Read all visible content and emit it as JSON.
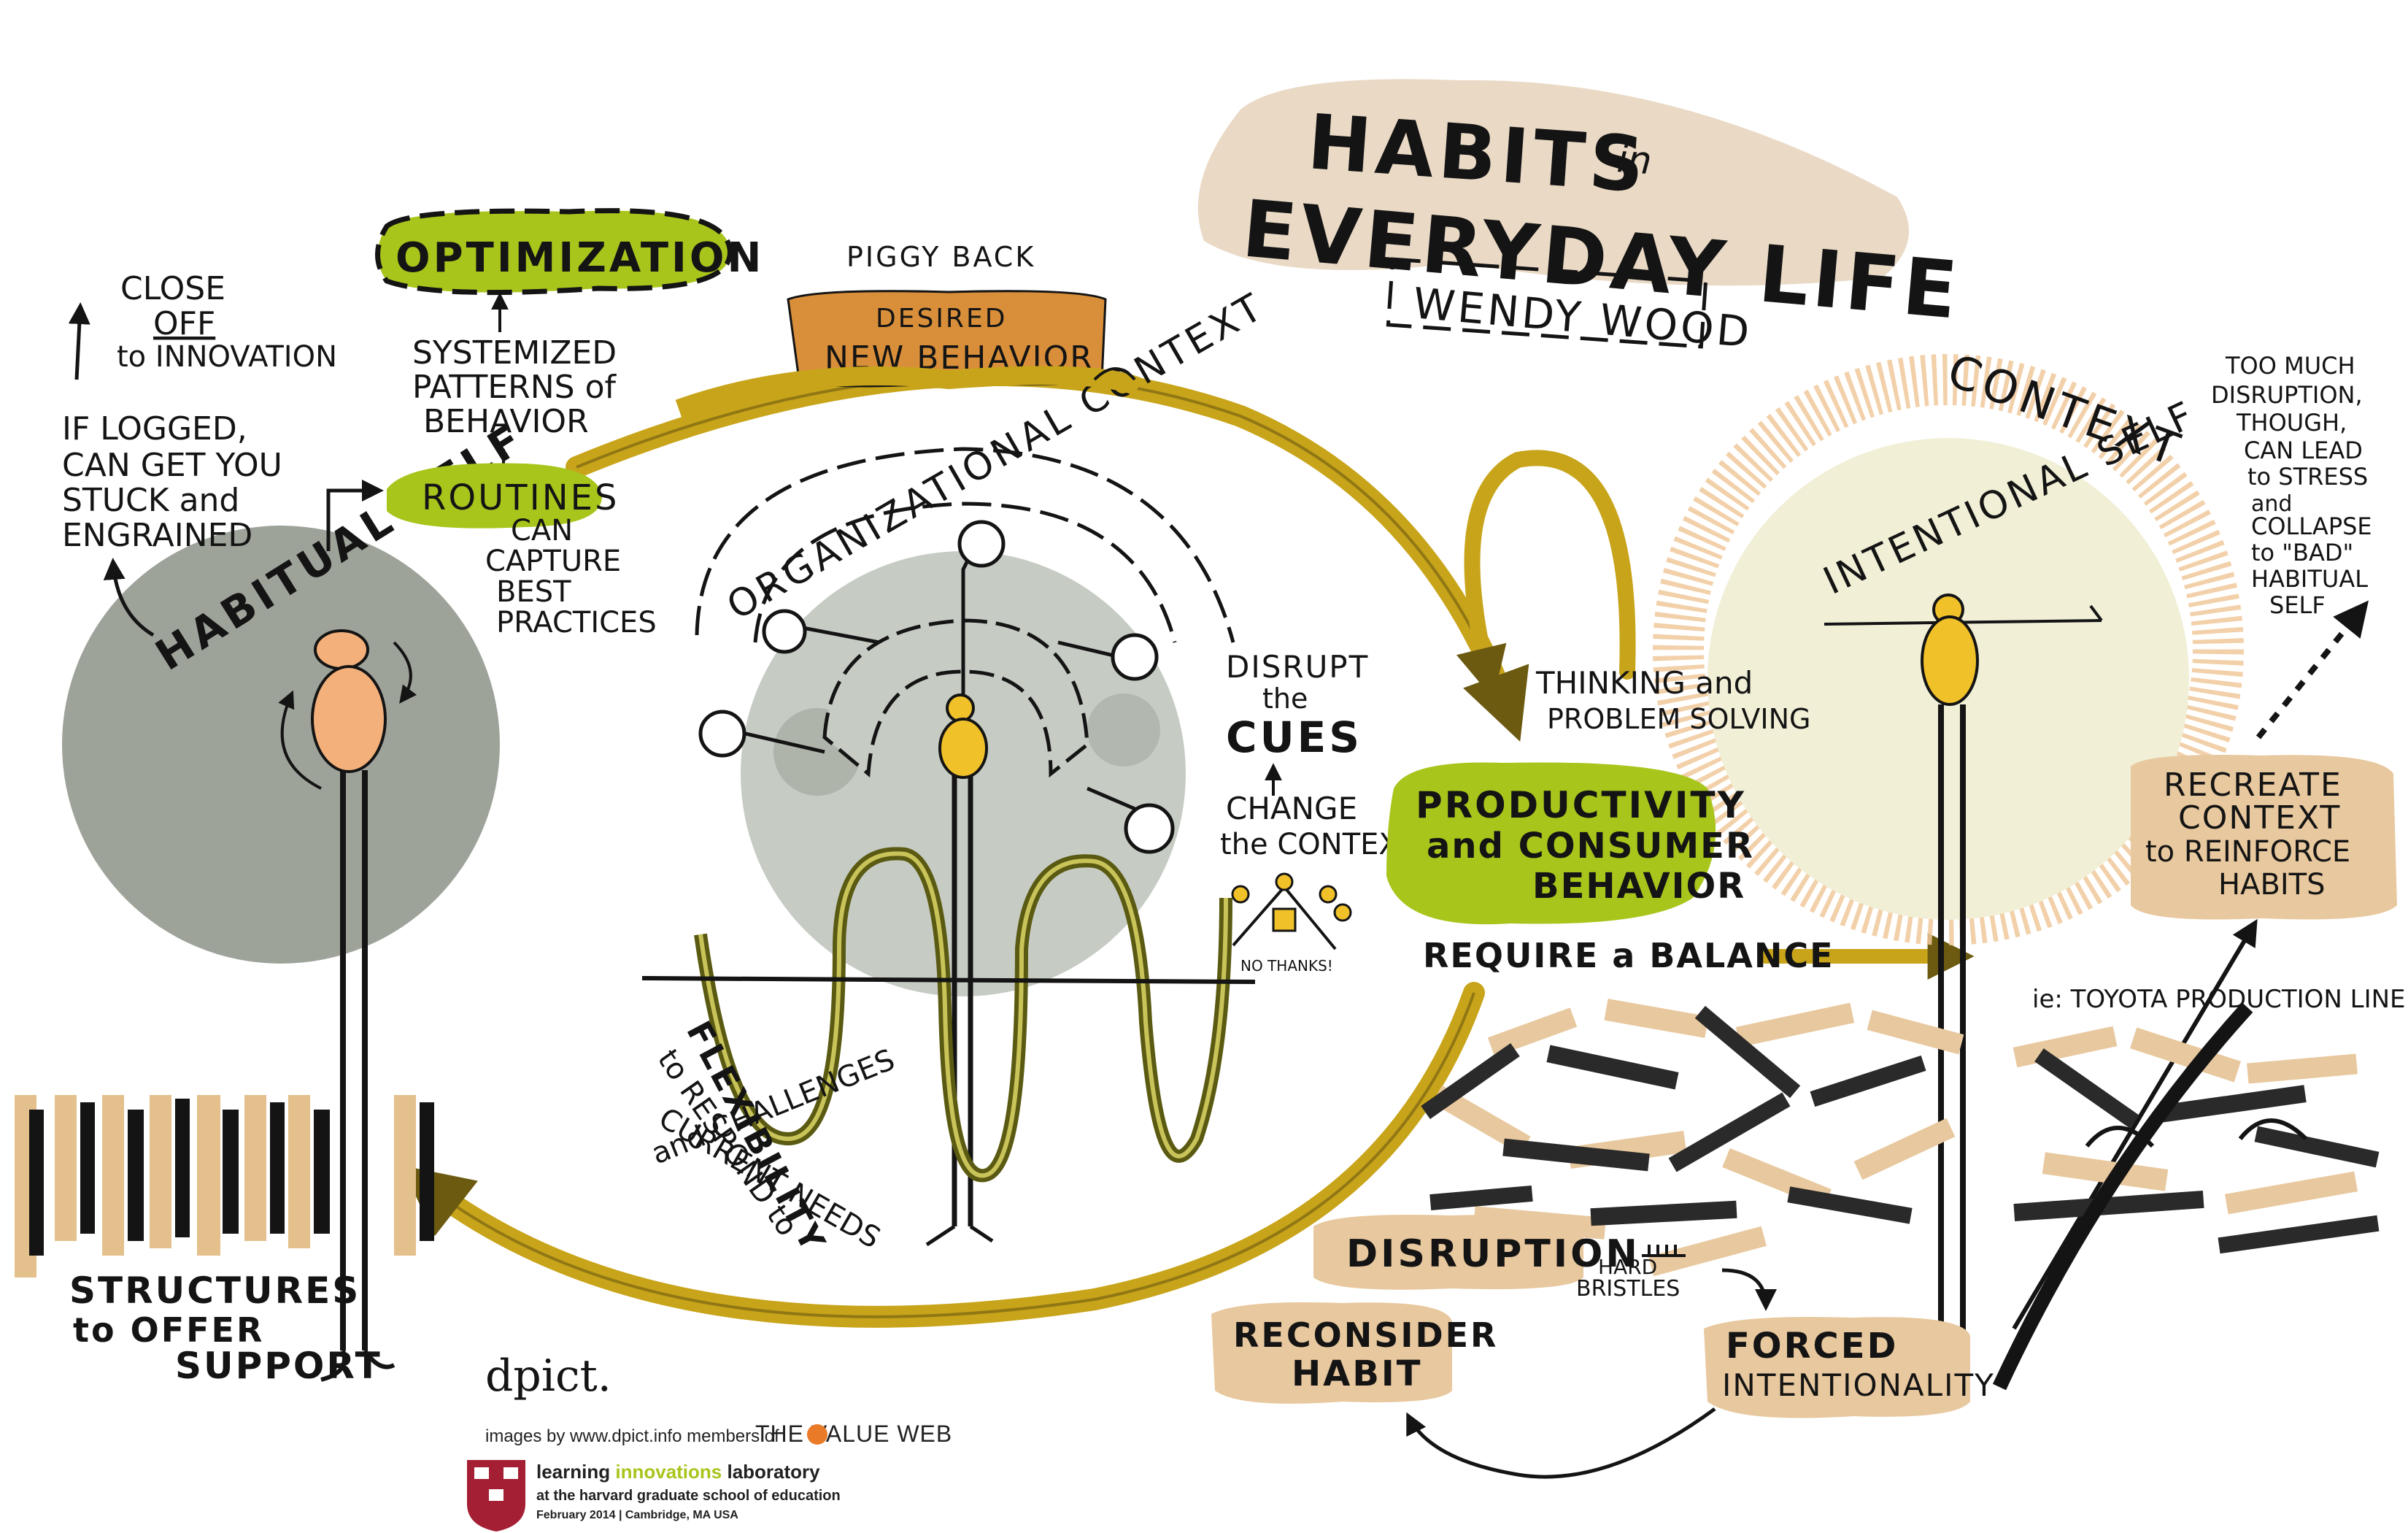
{
  "title": {
    "line1": "HABITS",
    "in_word": "in",
    "line2": "EVERYDAY LIFE",
    "author": "WENDY WOOD"
  },
  "left": {
    "close_off": [
      "CLOSE",
      "OFF",
      "to INNOVATION"
    ],
    "logged": [
      "IF LOGGED,",
      "CAN GET YOU",
      "STUCK and",
      "ENGRAINED"
    ],
    "habitual_self": "HABITUAL SELF",
    "optimization": "OPTIMIZATION",
    "systemized": [
      "SYSTEMIZED",
      "PATTERNS of",
      "BEHAVIOR"
    ],
    "routines": "ROUTINES",
    "can_capture": [
      "CAN",
      "CAPTURE",
      "BEST",
      "PRACTICES"
    ],
    "structures": [
      "STRUCTURES",
      "to OFFER",
      "SUPPORT"
    ]
  },
  "center": {
    "piggy_back": "PIGGY BACK",
    "desired": "DESIRED",
    "new_behavior": "NEW BEHAVIOR",
    "org_context": "ORGANIZATIONAL CONTEXT",
    "flexibility": [
      "FLEXIBILITY",
      "to RESPOND to",
      "CURRENT NEEDS",
      "and CHALLENGES"
    ],
    "disrupt": [
      "DISRUPT",
      "the",
      "CUES"
    ],
    "change": [
      "CHANGE",
      "the CONTEXT"
    ],
    "no_thanks": "NO THANKS!"
  },
  "right": {
    "thinking": [
      "THINKING and",
      "PROBLEM SOLVING"
    ],
    "productivity": [
      "PRODUCTIVITY",
      "and CONSUMER",
      "BEHAVIOR"
    ],
    "balance": "REQUIRE a BALANCE",
    "context": "CONTEXT",
    "intentional_self": "INTENTIONAL SELF",
    "too_much": [
      "TOO MUCH",
      "DISRUPTION,",
      "THOUGH,",
      "CAN LEAD",
      "to STRESS",
      "and",
      "COLLAPSE",
      "to \"BAD\"",
      "HABITUAL",
      "SELF"
    ],
    "recreate": [
      "RECREATE",
      "CONTEXT",
      "to REINFORCE",
      "HABITS"
    ],
    "toyota": "ie: TOYOTA PRODUCTION LINE",
    "disruption": "DISRUPTION",
    "hard_bristles": [
      "HARD",
      "BRISTLES"
    ],
    "forced": [
      "FORCED",
      "INTENTIONALITY"
    ],
    "reconsider": [
      "RECONSIDER",
      "HABIT"
    ]
  },
  "credits": {
    "logo": "dpict.",
    "images_by": "images by www.dpict.info members of",
    "brand": "THE VALUE WEB",
    "lab_prefix": "learning ",
    "lab_green": "innovations",
    "lab_suffix": " laboratory",
    "school": "at the harvard graduate school of education",
    "date": "February 2014 | Cambridge, MA USA"
  },
  "colors": {
    "lime": "#a8c51c",
    "gold": "#c8a41a",
    "olive_dark": "#5a5a12",
    "orange_box": "#d98f3a",
    "tan": "#e8c89e",
    "grey_circle": "#9ea39a",
    "org_grey": "#c6ccc4",
    "cream": "#f1efd6",
    "title_bg": "#e9d9c5",
    "head_peach": "#f4b07a",
    "head_yellow": "#f1c12a"
  }
}
